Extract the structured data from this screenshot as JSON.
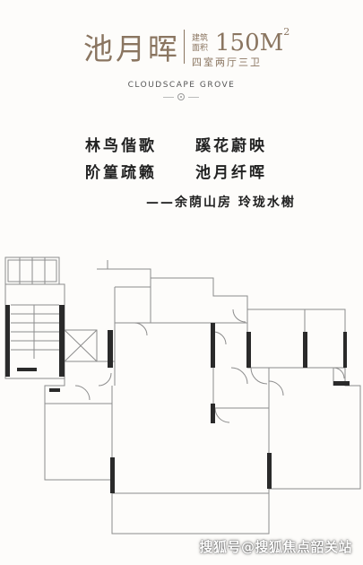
{
  "header": {
    "title": "池月晖",
    "area_label": "建筑面积",
    "area_value": "150M",
    "area_sup": "2",
    "layout_desc": "四室两厅三卫",
    "subtitle_en": "CLOUDSCAPE GROVE"
  },
  "poem": {
    "line1_left": "林鸟偕歌",
    "line1_right": "蹊花蔚映",
    "line2_left": "阶篁疏籁",
    "line2_right": "池月纤晖",
    "signature": "——余荫山房 玲珑水榭"
  },
  "watermark": "搜狐号@搜狐焦点韶关站",
  "colors": {
    "accent": "#8a7560",
    "wall": "#2a2a2a",
    "line": "#8c8c8c"
  }
}
